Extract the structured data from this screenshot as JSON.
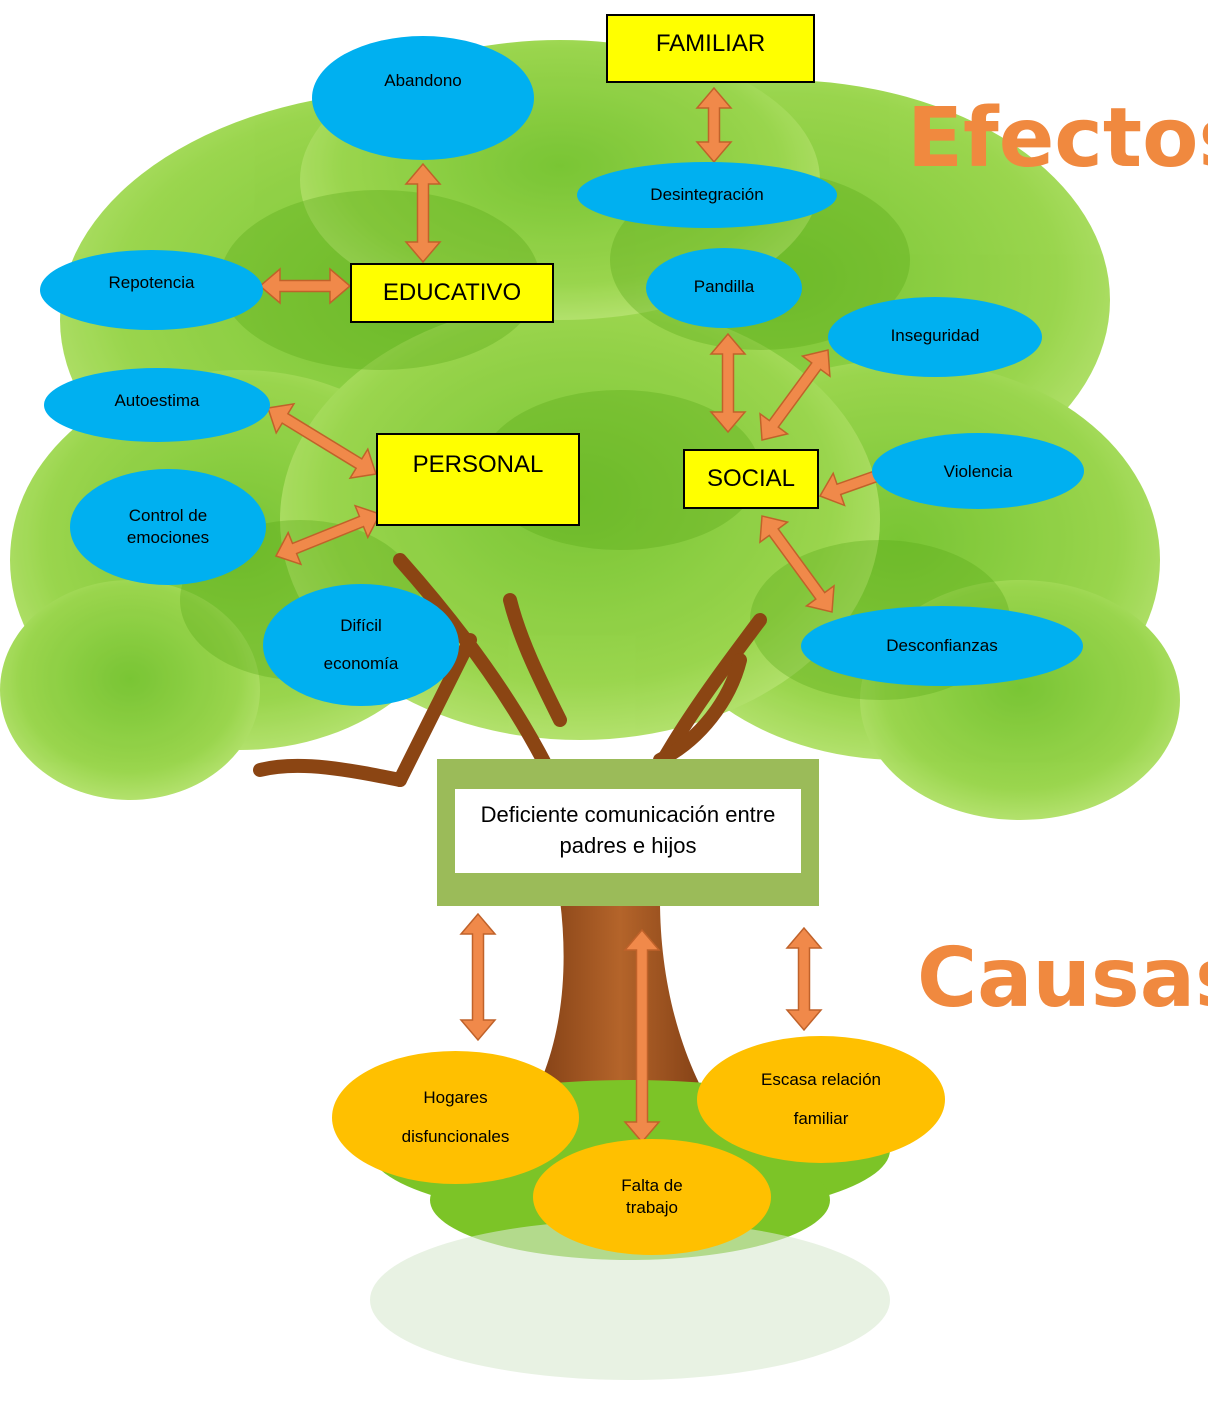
{
  "headings": {
    "effects": "Efectos",
    "causes": "Causas"
  },
  "categories": {
    "familiar": "FAMILIAR",
    "educativo": "EDUCATIVO",
    "personal": "PERSONAL",
    "social": "SOCIAL"
  },
  "effects": {
    "abandono": "Abandono",
    "desintegracion": "Desintegración",
    "repotencia": "Repotencia",
    "pandilla": "Pandilla",
    "inseguridad": "Inseguridad",
    "autoestima": "Autoestima",
    "control_line1": "Control de",
    "control_line2": "emociones",
    "violencia": "Violencia",
    "dificil_line1": "Difícil",
    "dificil_line2": "economía",
    "desconfianzas": "Desconfianzas"
  },
  "central_problem": {
    "line1": "Deficiente comunicación entre",
    "line2": "padres e hijos"
  },
  "causes": {
    "hogares_line1": "Hogares",
    "hogares_line2": "disfuncionales",
    "escasa_line1": "Escasa relación",
    "escasa_line2": "familiar",
    "falta_line1": "Falta de",
    "falta_line2": "trabajo"
  },
  "colors": {
    "effect_ellipse": "#00b0f0",
    "cause_ellipse": "#ffc000",
    "category_box": "#ffff00",
    "core_frame": "#9bbb59",
    "arrow": "#f0894a",
    "heading": "#f0893f"
  },
  "icons": {
    "background": "tree-illustration",
    "connector": "double-headed-arrow"
  }
}
